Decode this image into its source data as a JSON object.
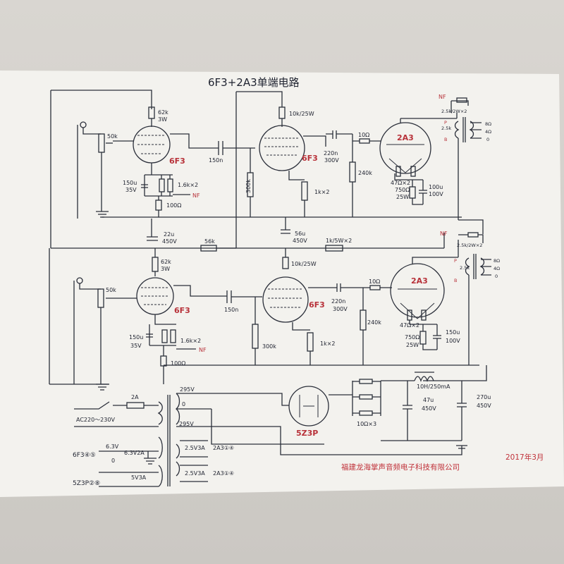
{
  "title": "6F3+2A3单端电路",
  "tubes": {
    "pre_upper": "6F3",
    "pre_lower": "6F3",
    "drv_upper": "6F3",
    "drv_lower": "6F3",
    "out_upper": "2A3",
    "out_lower": "2A3",
    "rect": "5Z3P"
  },
  "labels": {
    "r_62k": "62k",
    "r_3w": "3W",
    "pot_50k": "50k",
    "c_150u": "150u",
    "v_35v": "35V",
    "r_1k6": "1.6k×2",
    "nf": "NF",
    "r_100": "100Ω",
    "c_150n": "150n",
    "r_10k25": "10k/25W",
    "r_300k": "300k",
    "r_1k2": "1k×2",
    "c_220n": "220n",
    "v_300v": "300V",
    "r_240k": "240k",
    "r_10": "10Ω",
    "r_47": "47Ω×2",
    "r_750": "750Ω",
    "w_25": "25W",
    "c_100u": "100u",
    "v_100v": "100V",
    "c_22u": "22u",
    "v_450v": "450V",
    "r_56k": "56k",
    "c_56u": "56u",
    "r_1k5": "1k/5W×2",
    "r_25k2w": "2.5k/2W×2",
    "r_25k": "2.5k",
    "pin_p": "P",
    "pin_b": "B",
    "o_8": "8Ω",
    "o_4": "4Ω",
    "o_0": "0",
    "c_150u_b": "150u",
    "v_100v_b": "100V",
    "choke": "10H/250mA",
    "c_47u": "47u",
    "c_270u": "270u",
    "r_10x3": "10Ω×3",
    "fuse": "2A",
    "ac": "AC220～230V",
    "t_295a": "295V",
    "t_0": "0",
    "t_295b": "295V",
    "fil_6f3": "6F3④⑤",
    "fil_5z3p": "5Z3P②⑧",
    "h_63v": "6.3V",
    "h_0": "0",
    "h_63v2a": "6.3V2A",
    "h_5v3a": "5V3A",
    "h_25v3a_1": "2.5V3A",
    "h_25v3a_2": "2.5V3A",
    "h_2a3_1": "2A3①④",
    "h_2a3_2": "2A3①④"
  },
  "footer": {
    "company": "福建龙海掌声音频电子科技有限公司",
    "date": "2017年3月"
  }
}
